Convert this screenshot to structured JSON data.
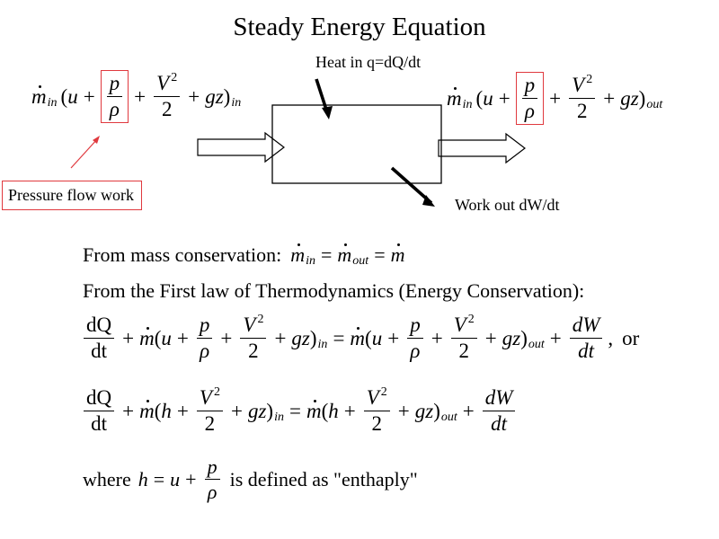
{
  "slide": {
    "title": "Steady Energy Equation",
    "labels": {
      "heat_in": "Heat in q=dQ/dt",
      "work_out": "Work out dW/dt",
      "pressure_flow_work": "Pressure flow work"
    },
    "symbols": {
      "m": "m",
      "u": "u",
      "p": "p",
      "rho": "ρ",
      "V": "V",
      "two": "2",
      "gz": "gz",
      "h": "h",
      "dQ": "dQ",
      "dt_roman": "dt",
      "dW": "dW",
      "dt": "dt",
      "plus": "+",
      "equals": "=",
      "open_paren": "(",
      "close_paren": ")",
      "comma": ","
    },
    "subscripts": {
      "in": "in",
      "out": "out"
    },
    "text": {
      "mass_conservation": "From mass conservation:",
      "first_law": "From the First law of Thermodynamics (Energy Conservation):",
      "or": "or",
      "where": "where",
      "defined_as": "is defined as \"enthaply\""
    },
    "colors": {
      "highlight": "#e0393e",
      "text": "#000000"
    }
  }
}
